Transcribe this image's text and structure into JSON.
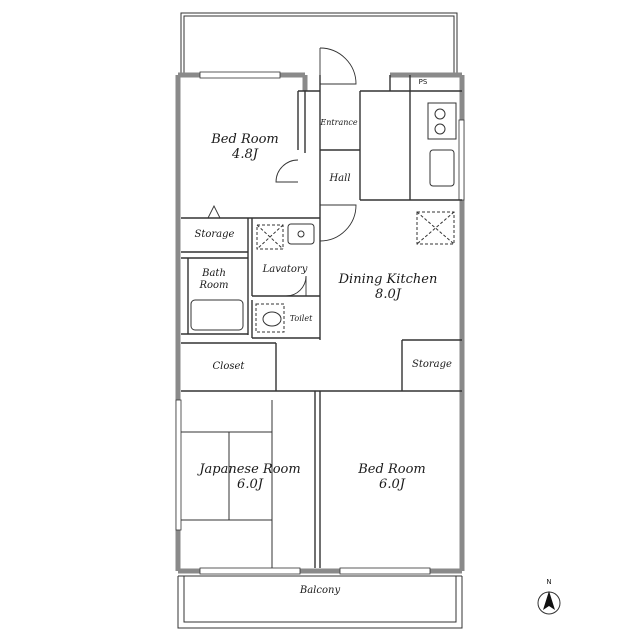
{
  "rooms": {
    "bedroom_top": {
      "name": "Bed Room",
      "size": "4.8J"
    },
    "entrance": {
      "name": "Entrance"
    },
    "hall": {
      "name": "Hall"
    },
    "ps": {
      "name": "PS"
    },
    "storage_left": {
      "name": "Storage"
    },
    "bathroom": {
      "name": "Bath Room"
    },
    "lavatory": {
      "name": "Lavatory"
    },
    "toilet": {
      "name": "Toilet"
    },
    "dining": {
      "name": "Dining Kitchen",
      "size": "8.0J"
    },
    "closet": {
      "name": "Closet"
    },
    "storage_right": {
      "name": "Storage"
    },
    "japanese": {
      "name": "Japanese Room",
      "size": "6.0J"
    },
    "bedroom_bottom": {
      "name": "Bed Room",
      "size": "6.0J"
    },
    "balcony": {
      "name": "Balcony"
    }
  },
  "compass": {
    "label": "N",
    "icon": "north-arrow-icon"
  },
  "colors": {
    "wall": "#8a8a8a",
    "line": "#333333"
  }
}
